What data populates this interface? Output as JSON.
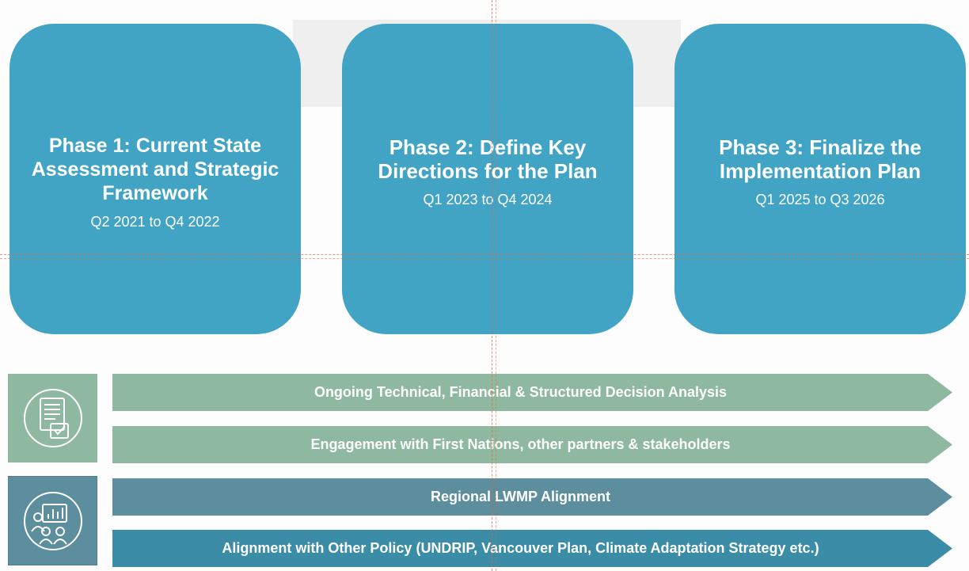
{
  "phases": [
    {
      "title": "Phase 1: Current State Assessment and Strategic Framework",
      "dates": "Q2 2021 to Q4 2022"
    },
    {
      "title": "Phase 2: Define Key Directions for the Plan",
      "dates": "Q1 2023 to Q4 2024"
    },
    {
      "title": "Phase 3: Finalize the Implementation Plan",
      "dates": "Q1 2025 to Q3 2026"
    }
  ],
  "tracks": [
    {
      "label": "Ongoing Technical, Financial & Structured Decision Analysis",
      "color": "#8fb8a1"
    },
    {
      "label": "Engagement with First Nations, other partners & stakeholders",
      "color": "#8fb8a1"
    },
    {
      "label": "Regional LWMP Alignment",
      "color": "#5c8e9e"
    },
    {
      "label": "Alignment with Other Policy (UNDRIP, Vancouver Plan, Climate Adaptation Strategy etc.)",
      "color": "#3b8da7"
    }
  ],
  "icons": {
    "analysis": "document-checklist-icon",
    "alignment": "people-chart-icon"
  },
  "colors": {
    "phase": "#41a4c5",
    "green_track": "#8fb8a1",
    "slate_track": "#5c8e9e",
    "teal_track": "#3b8da7"
  }
}
